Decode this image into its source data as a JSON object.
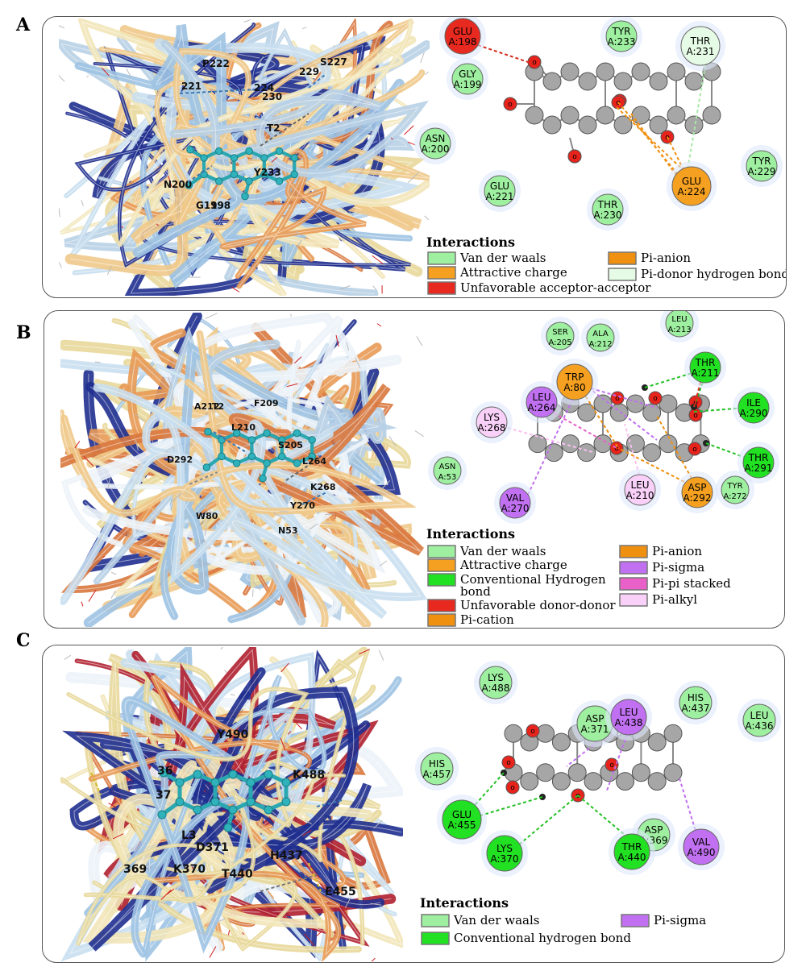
{
  "panels": [
    {
      "letter": "A",
      "structure_labels": [
        "P222",
        "S227",
        "221",
        "224",
        "229",
        "230",
        "T2",
        "N200",
        "Y233",
        "G199",
        "198"
      ],
      "residues": [
        {
          "name": "GLU",
          "id": "A:198",
          "color": "#e8291f"
        },
        {
          "name": "TYR",
          "id": "A:233",
          "color": "#9ef0a0"
        },
        {
          "name": "THR",
          "id": "A:231",
          "color": "#e6fbe6"
        },
        {
          "name": "GLY",
          "id": "A:199",
          "color": "#9ef0a0"
        },
        {
          "name": "ASN",
          "id": "A:200",
          "color": "#9ef0a0"
        },
        {
          "name": "TYR",
          "id": "A:229",
          "color": "#9ef0a0"
        },
        {
          "name": "GLU",
          "id": "A:221",
          "color": "#9ef0a0"
        },
        {
          "name": "THR",
          "id": "A:230",
          "color": "#9ef0a0"
        },
        {
          "name": "GLU",
          "id": "A:224",
          "color": "#f5a020"
        }
      ],
      "legend_title": "Interactions",
      "legend": [
        {
          "label": "Van der waals",
          "color": "#9ef0a0"
        },
        {
          "label": "Attractive charge",
          "color": "#f5a020"
        },
        {
          "label": "Unfavorable acceptor-acceptor",
          "color": "#e8291f"
        },
        {
          "label": "Pi-anion",
          "color": "#f09010"
        },
        {
          "label": "Pi-donor hydrogen bond",
          "color": "#e6fbe6"
        }
      ]
    },
    {
      "letter": "B",
      "structure_labels": [
        "A212",
        "F209",
        "L210",
        "S205",
        "L264",
        "K268",
        "Y270",
        "N53",
        "D292",
        "W80",
        "T2"
      ],
      "residues": [
        {
          "name": "SER",
          "id": "A:205",
          "color": "#9ef0a0"
        },
        {
          "name": "ALA",
          "id": "A:212",
          "color": "#9ef0a0"
        },
        {
          "name": "LEU",
          "id": "A:213",
          "color": "#9ef0a0"
        },
        {
          "name": "THR",
          "id": "A:211",
          "color": "#22e022"
        },
        {
          "name": "TRP",
          "id": "A:80",
          "color": "#f5a020"
        },
        {
          "name": "LEU",
          "id": "A:264",
          "color": "#c070f0"
        },
        {
          "name": "ILE",
          "id": "A:290",
          "color": "#22e022"
        },
        {
          "name": "LYS",
          "id": "A:268",
          "color": "#f8d0f8"
        },
        {
          "name": "THR",
          "id": "A:291",
          "color": "#22e022"
        },
        {
          "name": "ASN",
          "id": "A:53",
          "color": "#9ef0a0"
        },
        {
          "name": "TYR",
          "id": "A:272",
          "color": "#9ef0a0"
        },
        {
          "name": "LEU",
          "id": "A:210",
          "color": "#f8d0f8"
        },
        {
          "name": "ASP",
          "id": "A:292",
          "color": "#f5a020"
        },
        {
          "name": "VAL",
          "id": "A:270",
          "color": "#c070f0"
        }
      ],
      "legend_title": "Interactions",
      "legend": [
        {
          "label": "Van der waals",
          "color": "#9ef0a0"
        },
        {
          "label": "Attractive charge",
          "color": "#f5a020"
        },
        {
          "label": "Conventional Hydrogen",
          "label2": "bond",
          "color": "#22e022"
        },
        {
          "label": "Unfavorable donor-donor",
          "color": "#e8291f"
        },
        {
          "label": "Pi-cation",
          "color": "#f09010"
        },
        {
          "label": "Pi-anion",
          "color": "#f09010"
        },
        {
          "label": "Pi-sigma",
          "color": "#c070f0"
        },
        {
          "label": "Pi-pi stacked",
          "color": "#e860c8"
        },
        {
          "label": "Pi-alkyl",
          "color": "#f8d0f8"
        }
      ]
    },
    {
      "letter": "C",
      "structure_labels": [
        "Y490",
        "K488",
        "D371",
        "K370",
        "T440",
        "H437",
        "E455",
        "369",
        "36",
        "37",
        "L3"
      ],
      "residues": [
        {
          "name": "LYS",
          "id": "A:488",
          "color": "#9ef0a0"
        },
        {
          "name": "HIS",
          "id": "A:437",
          "color": "#9ef0a0"
        },
        {
          "name": "ASP",
          "id": "A:371",
          "color": "#9ef0a0"
        },
        {
          "name": "LEU",
          "id": "A:438",
          "color": "#c070f0"
        },
        {
          "name": "LEU",
          "id": "A:436",
          "color": "#9ef0a0"
        },
        {
          "name": "HIS",
          "id": "A:457",
          "color": "#9ef0a0"
        },
        {
          "name": "GLU",
          "id": "A:455",
          "color": "#22e022"
        },
        {
          "name": "ASP",
          "id": "A:369",
          "color": "#9ef0a0"
        },
        {
          "name": "LYS",
          "id": "A:370",
          "color": "#22e022"
        },
        {
          "name": "THR",
          "id": "A:440",
          "color": "#22e022"
        },
        {
          "name": "VAL",
          "id": "A:490",
          "color": "#c070f0"
        }
      ],
      "legend_title": "Interactions",
      "legend": [
        {
          "label": "Van der waals",
          "color": "#9ef0a0"
        },
        {
          "label": "Conventional hydrogen bond",
          "color": "#22e022"
        },
        {
          "label": "Pi-sigma",
          "color": "#c070f0"
        }
      ]
    }
  ]
}
